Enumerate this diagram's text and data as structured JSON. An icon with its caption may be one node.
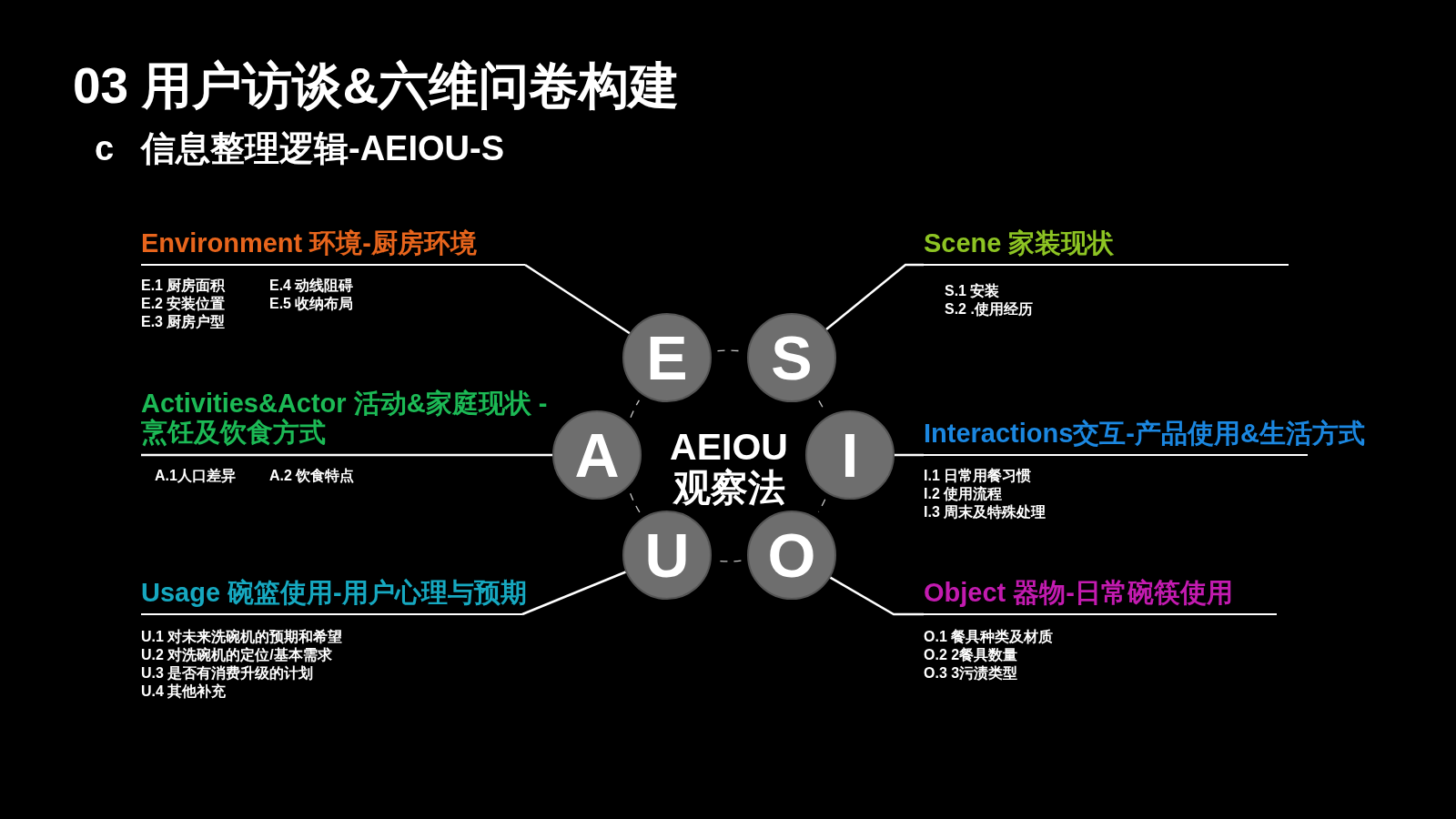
{
  "diagram": {
    "title": "03 用户访谈&六维问卷构建",
    "nodes": [
      {
        "text": [
          "Environment 环境-厨房环境"
        ],
        "beside": [
          "E.1 厨房面积",
          "E.2 安装位置",
          "E.3 厨房户型",
          "E.4 动线阻碍",
          "E.5 收纳布局"
        ]
      },
      {
        "text": [
          "Scene 家装现状"
        ],
        "beside": [
          "S.1 安装",
          "S.2 .使用经历"
        ]
      },
      {
        "text": [
          "E"
        ]
      },
      {
        "text": [
          "S"
        ]
      },
      {
        "text": [
          "Activities&Actor 活动&家庭现状 -烹饪及饮食方式"
        ],
        "beside": [
          "A.1人口差异",
          "A.2 饮食特点"
        ]
      },
      {
        "text": [
          "A"
        ]
      },
      {
        "text": [
          "AEIOU 观察法"
        ]
      },
      {
        "text": [
          "I"
        ]
      },
      {
        "text": [
          "Interactions交互-产品使用&生活方式"
        ],
        "beside": [
          "I.1 日常用餐习惯",
          "I.2 使用流程",
          "I.3 周末及特殊处理"
        ]
      },
      {
        "text": [
          "U"
        ]
      },
      {
        "text": [
          "O"
        ]
      },
      {
        "text": [
          "Usage 碗篮使用-用户心理与预期"
        ],
        "beside": [
          "U.1 对未来洗碗机的预期和希望",
          "U.2 对洗碗机的定位/基本需求",
          "U.3 是否有消费升级的计划",
          "U.4 其他补充"
        ]
      },
      {
        "text": [
          "Object 器物-日常碗筷使用"
        ],
        "beside": [
          "O.1 餐具种类及材质",
          "O.2 2餐具数量",
          "O.3 3污渍类型"
        ]
      }
    ],
    "edges": [
      {
        "from": 2,
        "to": 0,
        "arrow": "none"
      },
      {
        "from": 3,
        "to": 1,
        "arrow": "none"
      },
      {
        "from": 5,
        "to": 4,
        "arrow": "none"
      },
      {
        "from": 7,
        "to": 8,
        "arrow": "none"
      },
      {
        "from": 9,
        "to": 11,
        "arrow": "none"
      },
      {
        "from": 10,
        "to": 12,
        "arrow": "none"
      }
    ],
    "labels": [
      "c",
      "信息整理逻辑-AEIOU-S"
    ]
  }
}
